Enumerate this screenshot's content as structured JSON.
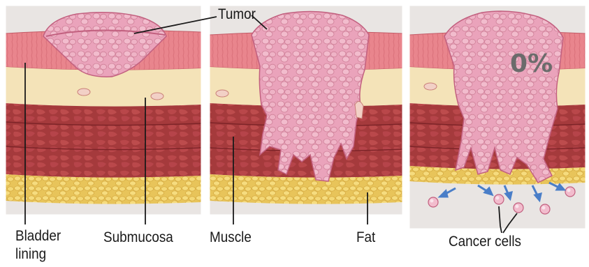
{
  "labels": {
    "tumor": "Tumor",
    "bladder_lining_line1": "Bladder",
    "bladder_lining_line2": "lining",
    "submucosa": "Submucosa",
    "muscle": "Muscle",
    "fat": "Fat",
    "cancer_cells": "Cancer cells"
  },
  "overlay_text": "0%",
  "colors": {
    "lining": "#e9858d",
    "submucosa": "#f4e3b8",
    "muscle": "#a53a3c",
    "fat": "#f0cf63",
    "tumor": "#eaa3bb",
    "background": "#e9e5e3",
    "arrow": "#4a7ec8"
  }
}
